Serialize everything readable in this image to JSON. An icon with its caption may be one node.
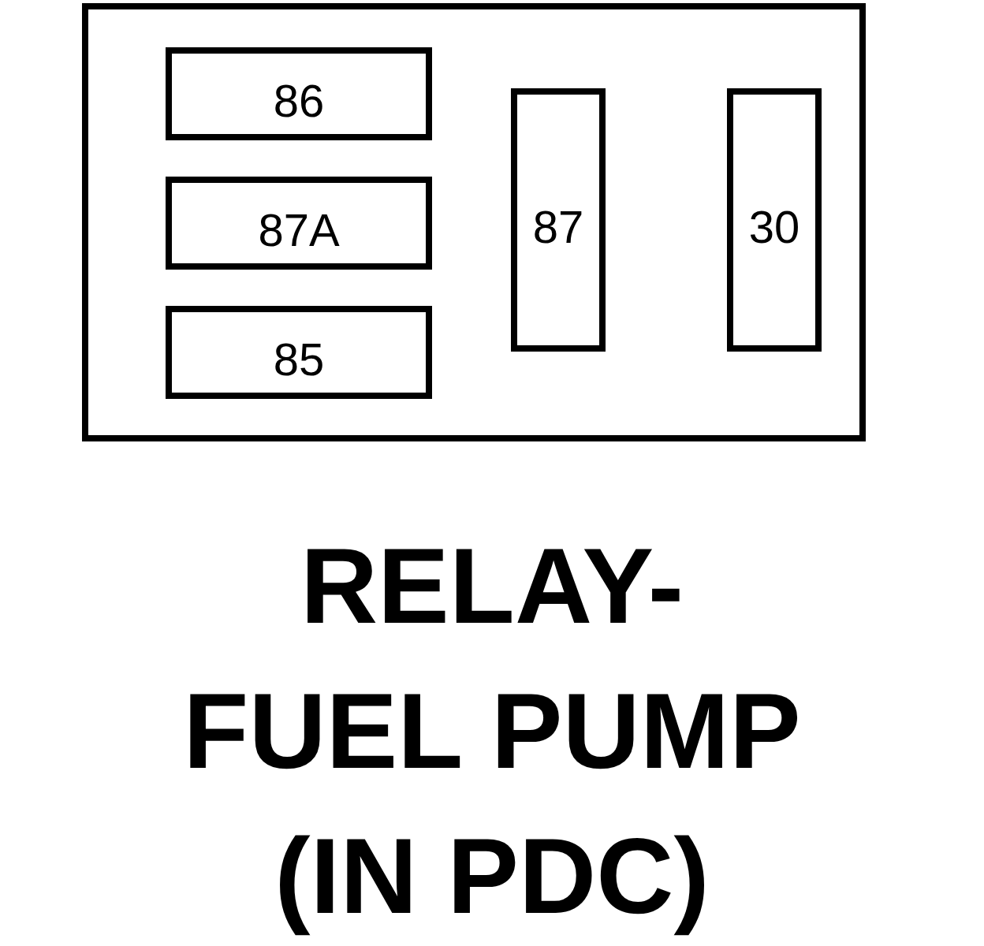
{
  "diagram": {
    "caption": "RELAY- FUEL PUMP (IN PDC)",
    "nodes": [
      {
        "text": [],
        "shape": "box"
      },
      {
        "text": [
          "86"
        ],
        "in": 0
      },
      {
        "text": [
          "87A"
        ],
        "in": 0
      },
      {
        "text": [
          "85"
        ],
        "in": 0
      },
      {
        "text": [
          "87"
        ],
        "in": 0
      },
      {
        "text": [
          "30"
        ],
        "in": 0
      }
    ]
  }
}
